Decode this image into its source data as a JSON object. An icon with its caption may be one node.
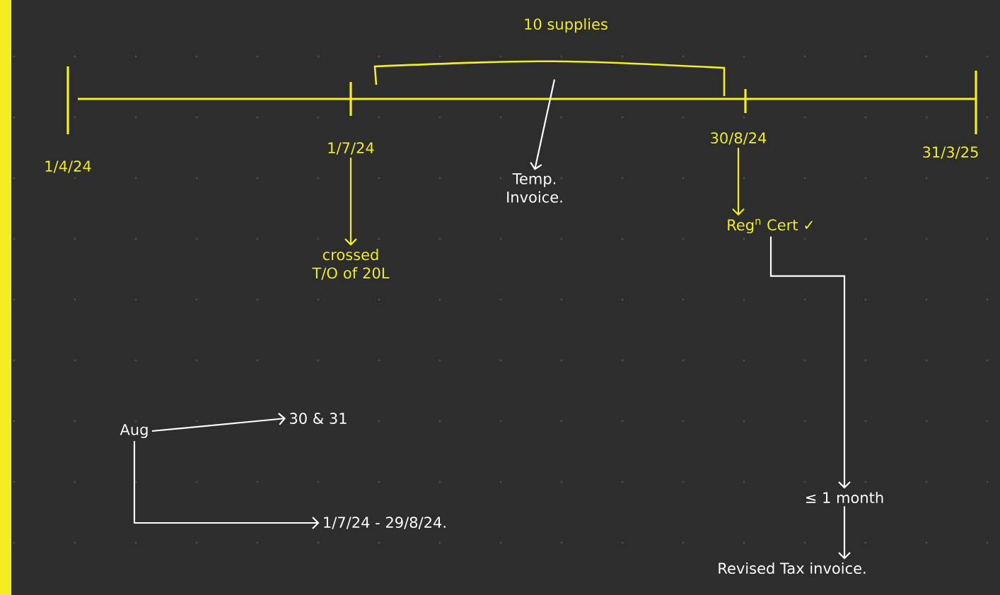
{
  "diagram": {
    "nodes": [
      {
        "text": [
          "1/4/24"
        ]
      },
      {
        "text": [
          "1/7/24"
        ]
      },
      {
        "text": [
          "crossed T/O of 20L"
        ]
      },
      {
        "text": [
          "10 supplies"
        ]
      },
      {
        "text": [
          "Temp. Invoice."
        ]
      },
      {
        "text": [
          "30/8/24"
        ]
      },
      {
        "text": [
          "Reg$^{n}$ Cert ✓"
        ]
      },
      {
        "text": [
          "≤ 1 month"
        ]
      },
      {
        "text": [
          "Revised Tax invoice."
        ]
      },
      {
        "text": [
          "31/3/25"
        ]
      },
      {
        "text": [
          "Aug"
        ]
      },
      {
        "text": [
          "30 & 31"
        ]
      },
      {
        "text": [
          "1/7/24 - 29/8/24."
        ]
      }
    ],
    "edges": [
      {
        "from": 1,
        "to": 2,
        "arrow": "to",
        "color": "#f2ee20"
      },
      {
        "from": 3,
        "to": 4,
        "arrow": "to"
      },
      {
        "from": 5,
        "to": 6,
        "arrow": "to",
        "color": "#f2ee20"
      },
      {
        "from": 6,
        "to": 7,
        "arrow": "to"
      },
      {
        "from": 7,
        "to": 8,
        "arrow": "to"
      },
      {
        "from": 10,
        "to": 11,
        "arrow": "to"
      },
      {
        "from": 10,
        "to": 12,
        "arrow": "to"
      }
    ]
  }
}
